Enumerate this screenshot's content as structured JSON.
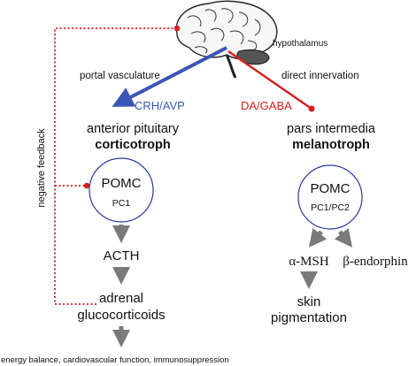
{
  "labels": {
    "hypothalamus": "hypothalamus",
    "portal_vasculature": "portal vasculature",
    "direct_innervation": "direct innervation",
    "crh_avp": "CRH/AVP",
    "da_gaba": "DA/GABA",
    "anterior_pituitary": "anterior pituitary",
    "corticotroph": "corticotroph",
    "pars_intermedia": "pars intermedia",
    "melanotroph": "melanotroph",
    "negative_feedback": "negative feedback",
    "left_cell_main": "POMC",
    "left_cell_sub": "PC1",
    "right_cell_main": "POMC",
    "right_cell_sub": "PC1/PC2",
    "acth": "ACTH",
    "adrenal_line1": "adrenal",
    "adrenal_line2": "glucocorticoids",
    "alpha_msh": "α-MSH",
    "beta_endorphin": "β-endorphin",
    "skin_line1": "skin",
    "skin_line2": "pigmentation",
    "outcomes": "energy balance, cardiovascular function, immunosuppression"
  },
  "colors": {
    "crh_avp": "#3a55b4",
    "da_gaba": "#d42020",
    "feedback": "#d42020",
    "cell_border": "#2b3a9a",
    "process_arrow": "#7a7a7a"
  },
  "icons": {
    "brain": "brain-illustration"
  }
}
